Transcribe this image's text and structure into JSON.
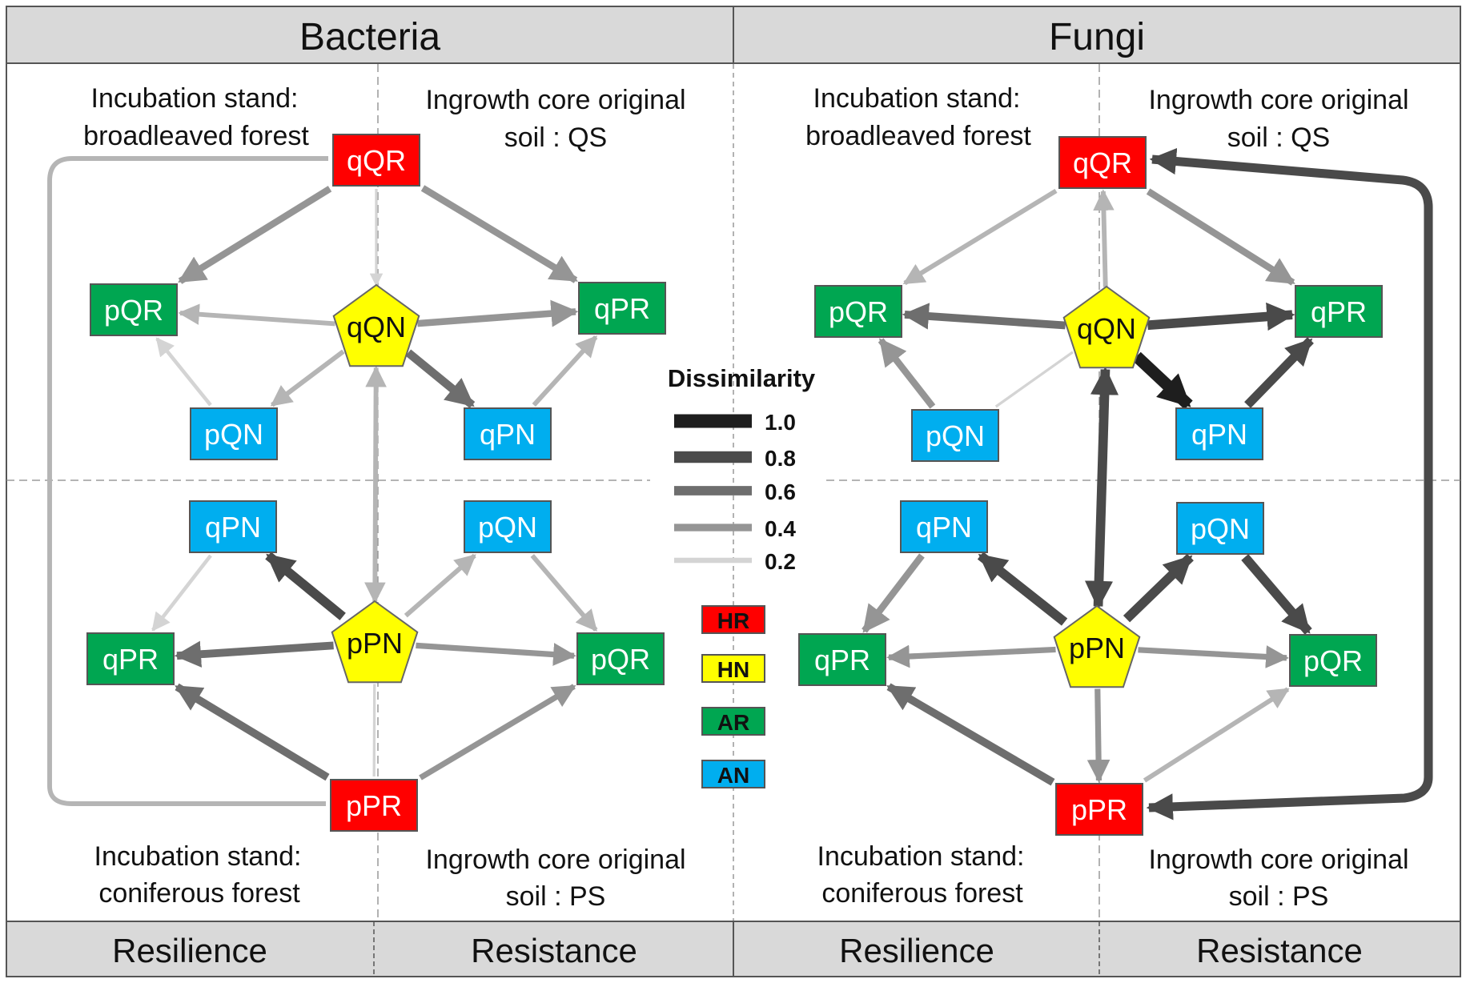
{
  "headers": {
    "bacteria": "Bacteria",
    "fungi": "Fungi",
    "resilience": "Resilience",
    "resistance": "Resistance"
  },
  "quadrant_labels": {
    "stand_broadleaved_1": "Incubation stand:",
    "stand_broadleaved_2": "broadleaved forest",
    "stand_coniferous_1": "Incubation stand:",
    "stand_coniferous_2": "coniferous forest",
    "core_qs_1": "Ingrowth core original",
    "core_qs_2": "soil : QS",
    "core_ps_1": "Ingrowth core original",
    "core_ps_2": "soil : PS"
  },
  "legend": {
    "title": "Dissimilarity",
    "scale": [
      {
        "label": "1.0",
        "value": 1.0
      },
      {
        "label": "0.8",
        "value": 0.8
      },
      {
        "label": "0.6",
        "value": 0.6
      },
      {
        "label": "0.4",
        "value": 0.4
      },
      {
        "label": "0.2",
        "value": 0.2
      }
    ],
    "categories": [
      {
        "code": "HR",
        "color": "#ff0000"
      },
      {
        "code": "HN",
        "color": "#ffff00"
      },
      {
        "code": "AR",
        "color": "#00a651"
      },
      {
        "code": "AN",
        "color": "#00aeef"
      }
    ]
  },
  "node_labels": {
    "qQR": "qQR",
    "pQR": "pQR",
    "qPR": "qPR",
    "qQN": "qQN",
    "pQN": "pQN",
    "qPN": "qPN",
    "pPN": "pPN",
    "pPR": "pPR"
  },
  "networks": [
    {
      "panel": "bacteria",
      "edges": [
        {
          "from": "qQR_t",
          "to": "pQR_t",
          "d": 0.5
        },
        {
          "from": "qQR_t",
          "to": "qPR_t",
          "d": 0.5
        },
        {
          "from": "qQN_t",
          "to": "pQR_t",
          "d": 0.3
        },
        {
          "from": "qQN_t",
          "to": "qPR_t",
          "d": 0.5
        },
        {
          "from": "qQN_t",
          "to": "pQN_t",
          "d": 0.3
        },
        {
          "from": "qQN_t",
          "to": "qPN_t",
          "d": 0.65
        },
        {
          "from": "pQN_t",
          "to": "pQR_t",
          "d": 0.2
        },
        {
          "from": "qPN_t",
          "to": "qPR_t",
          "d": 0.3
        },
        {
          "from": "qQR_t",
          "to": "qQN_t",
          "d": 0.1
        },
        {
          "from": "pPN_b",
          "to": "qQN_t",
          "d": 0.3,
          "bidir": true
        },
        {
          "from": "pPN_b",
          "to": "qPN_b",
          "d": 0.75
        },
        {
          "from": "pPN_b",
          "to": "pQN_b",
          "d": 0.3
        },
        {
          "from": "pPN_b",
          "to": "qPR_b",
          "d": 0.6
        },
        {
          "from": "pPN_b",
          "to": "pQR_b",
          "d": 0.4
        },
        {
          "from": "qPN_b",
          "to": "qPR_b",
          "d": 0.2
        },
        {
          "from": "pQN_b",
          "to": "pQR_b",
          "d": 0.3
        },
        {
          "from": "pPR_b",
          "to": "qPR_b",
          "d": 0.6
        },
        {
          "from": "pPR_b",
          "to": "pQR_b",
          "d": 0.4
        },
        {
          "from": "pPR_b",
          "to": "pPN_b",
          "d": 0.1,
          "noarrow": true
        },
        {
          "route": "loop",
          "d": 0.3,
          "noarrow": true
        }
      ]
    },
    {
      "panel": "fungi",
      "edges": [
        {
          "from": "qQR_t",
          "to": "pQR_t",
          "d": 0.3
        },
        {
          "from": "qQR_t",
          "to": "qPR_t",
          "d": 0.5
        },
        {
          "from": "qQN_t",
          "to": "qQR_t",
          "d": 0.3
        },
        {
          "from": "qQN_t",
          "to": "pQR_t",
          "d": 0.6
        },
        {
          "from": "qQN_t",
          "to": "qPR_t",
          "d": 0.75
        },
        {
          "from": "qQN_t",
          "to": "pQN_t",
          "d": 0.1,
          "noarrow": true
        },
        {
          "from": "qQN_t",
          "to": "qPN_t",
          "d": 1.0
        },
        {
          "from": "pQN_t",
          "to": "pQR_t",
          "d": 0.5
        },
        {
          "from": "qPN_t",
          "to": "qPR_t",
          "d": 0.7
        },
        {
          "from": "pPN_b",
          "to": "qQN_t",
          "d": 0.75,
          "bidir": true
        },
        {
          "from": "pPN_b",
          "to": "qPN_b",
          "d": 0.75
        },
        {
          "from": "pPN_b",
          "to": "pQN_b",
          "d": 0.75
        },
        {
          "from": "pPN_b",
          "to": "qPR_b",
          "d": 0.4
        },
        {
          "from": "pPN_b",
          "to": "pQR_b",
          "d": 0.4
        },
        {
          "from": "pPN_b",
          "to": "pPR_b",
          "d": 0.4
        },
        {
          "from": "qPN_b",
          "to": "qPR_b",
          "d": 0.5
        },
        {
          "from": "pQN_b",
          "to": "pQR_b",
          "d": 0.75
        },
        {
          "from": "pPR_b",
          "to": "qPR_b",
          "d": 0.6
        },
        {
          "from": "pPR_b",
          "to": "pQR_b",
          "d": 0.3
        },
        {
          "route": "loop",
          "d": 0.7,
          "bidir": true
        }
      ]
    }
  ]
}
